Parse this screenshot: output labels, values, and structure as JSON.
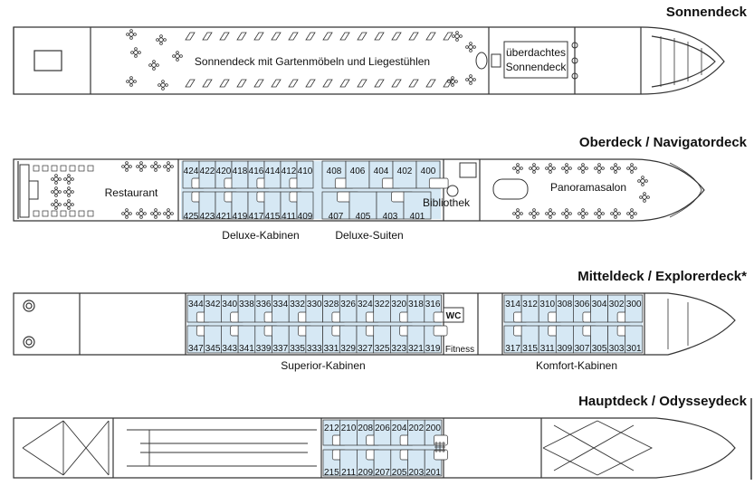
{
  "decks": {
    "sonnendeck": {
      "title": "Sonnendeck",
      "main_label": "Sonnendeck mit Gartenmöbeln und Liegestühlen",
      "covered_label_1": "überdachtes",
      "covered_label_2": "Sonnendeck"
    },
    "oberdeck": {
      "title": "Oberdeck / Navigatordeck",
      "restaurant": "Restaurant",
      "bibliothek": "Bibliothek",
      "panoramasalon": "Panoramasalon",
      "label_deluxe_kabinen": "Deluxe-Kabinen",
      "label_deluxe_suiten": "Deluxe-Suiten",
      "cabins_top": [
        "424",
        "422",
        "420",
        "418",
        "416",
        "414",
        "412",
        "410",
        "408",
        "406",
        "404",
        "402",
        "400"
      ],
      "cabins_bottom": [
        "425",
        "423",
        "421",
        "419",
        "417",
        "415",
        "411",
        "409",
        "407",
        "405",
        "403",
        "401"
      ]
    },
    "mitteldeck": {
      "title": "Mitteldeck / Explorerdeck*",
      "wc": "WC",
      "fitness": "Fitness",
      "label_superior": "Superior-Kabinen",
      "label_komfort": "Komfort-Kabinen",
      "superior_top": [
        "344",
        "342",
        "340",
        "338",
        "336",
        "334",
        "332",
        "330",
        "328",
        "326",
        "324",
        "322",
        "320",
        "318",
        "316"
      ],
      "superior_bottom": [
        "347",
        "345",
        "343",
        "341",
        "339",
        "337",
        "335",
        "333",
        "331",
        "329",
        "327",
        "325",
        "323",
        "321",
        "319"
      ],
      "komfort_top": [
        "314",
        "312",
        "310",
        "308",
        "306",
        "304",
        "302",
        "300"
      ],
      "komfort_bottom": [
        "317",
        "315",
        "311",
        "309",
        "307",
        "305",
        "303",
        "301"
      ]
    },
    "hauptdeck": {
      "title": "Hauptdeck / Odysseydeck",
      "cabins_top": [
        "212",
        "210",
        "208",
        "206",
        "204",
        "202",
        "200"
      ],
      "cabins_bottom": [
        "215",
        "211",
        "209",
        "207",
        "205",
        "203",
        "201"
      ]
    }
  },
  "colors": {
    "cabin_fill": "#d6e8f4",
    "line": "#333333"
  }
}
